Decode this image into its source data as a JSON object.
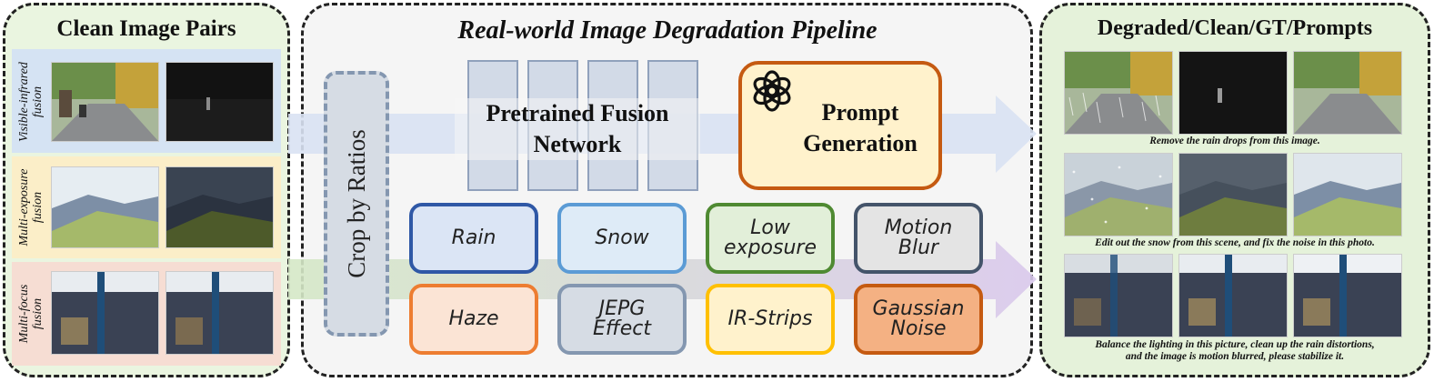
{
  "left_panel": {
    "title": "Clean Image Pairs",
    "rows": [
      {
        "label_line1": "Visible-infrared",
        "label_line2": "fusion",
        "band_color": "#d5e3f3"
      },
      {
        "label_line1": "Multi-exposure",
        "label_line2": "fusion",
        "band_color": "#fbeec8"
      },
      {
        "label_line1": "Multi-focus",
        "label_line2": "fusion",
        "band_color": "#f6ddd3"
      }
    ]
  },
  "middle_panel": {
    "title": "Real-world Image Degradation Pipeline",
    "crop": "Crop by Ratios",
    "fusion_line1": "Pretrained Fusion",
    "fusion_line2": "Network",
    "prompt_line1": "Prompt",
    "prompt_line2": "Generation",
    "degradations": [
      {
        "line1": "Rain",
        "line2": "",
        "border": "#2f58a6",
        "fill": "#dbe5f5"
      },
      {
        "line1": "Snow",
        "line2": "",
        "border": "#5b9bd5",
        "fill": "#deebf7"
      },
      {
        "line1": "Low",
        "line2": "exposure",
        "border": "#4f8a32",
        "fill": "#e2efd9"
      },
      {
        "line1": "Motion",
        "line2": "Blur",
        "border": "#44546a",
        "fill": "#e4e4e4"
      },
      {
        "line1": "Haze",
        "line2": "",
        "border": "#ed7d31",
        "fill": "#fbe4d5"
      },
      {
        "line1": "JEPG",
        "line2": "Effect",
        "border": "#8497b0",
        "fill": "#d6dce4"
      },
      {
        "line1": "IR-Strips",
        "line2": "",
        "border": "#ffc000",
        "fill": "#fff2cc"
      },
      {
        "line1": "Gaussian",
        "line2": "Noise",
        "border": "#c55a11",
        "fill": "#f4b183"
      }
    ]
  },
  "right_panel": {
    "title": "Degraded/Clean/GT/Prompts",
    "captions": [
      {
        "line1": "Remove the rain drops from this image.",
        "line2": ""
      },
      {
        "line1": "Edit out the snow from this scene, and fix the noise in this photo.",
        "line2": ""
      },
      {
        "line1": "Balance the lighting in this picture, clean up the rain distortions,",
        "line2": "and the image is motion blurred, please stabilize it."
      }
    ]
  },
  "colors": {
    "top_arrow": "#d9e2f3",
    "bottom_arrow_start": "#d5e8c6",
    "bottom_arrow_end": "#d9c8ec",
    "prompt_border": "#c55a11",
    "prompt_fill": "#fff2cc"
  }
}
